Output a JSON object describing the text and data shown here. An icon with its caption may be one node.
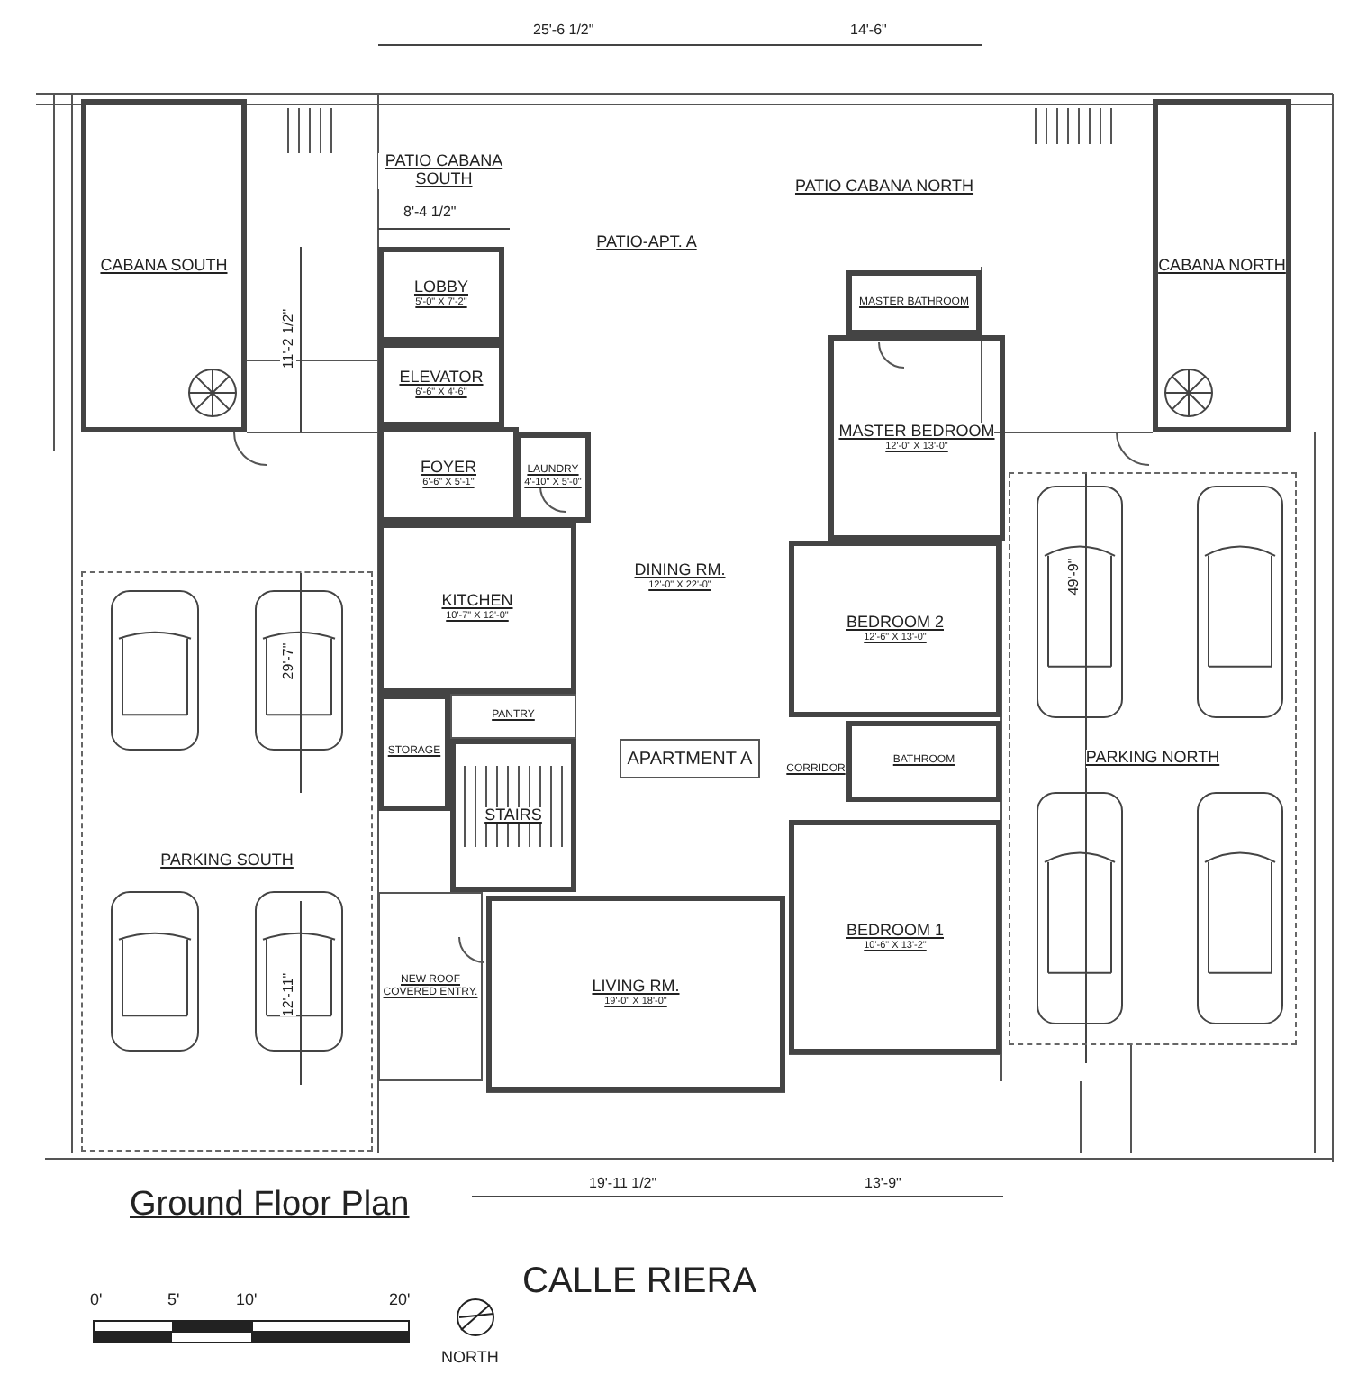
{
  "diagram": {
    "title": "Ground Floor Plan",
    "nodes": [
      {
        "text": [
          "CABANA SOUTH"
        ]
      },
      {
        "text": [
          "PATIO CABANA SOUTH"
        ]
      },
      {
        "text": [
          "PATIO-APT. A"
        ]
      },
      {
        "text": [
          "PATIO CABANA NORTH"
        ]
      },
      {
        "text": [
          "CABANA NORTH"
        ]
      },
      {
        "text": [
          "LOBBY",
          "5'-0\" X 7'-2\""
        ]
      },
      {
        "text": [
          "ELEVATOR",
          "6'-6\" X 4'-6\""
        ]
      },
      {
        "text": [
          "MASTER BATHROOM"
        ]
      },
      {
        "text": [
          "MASTER BEDROOM",
          "12'-0\" X 13'-0\""
        ]
      },
      {
        "text": [
          "FOYER",
          "6'-6\" X 5'-1\""
        ]
      },
      {
        "text": [
          "LAUNDRY",
          "4'-10\" X 5'-0\""
        ]
      },
      {
        "text": [
          "KITCHEN",
          "10'-7\" X 12'-0\""
        ]
      },
      {
        "text": [
          "DINING RM.",
          "12'-0\" X 22'-0\""
        ]
      },
      {
        "text": [
          "PARKING SOUTH"
        ]
      },
      {
        "text": [
          "BEDROOM 2",
          "12'-6\" X 13'-0\""
        ]
      },
      {
        "text": [
          "PANTRY"
        ]
      },
      {
        "text": [
          "STORAGE"
        ]
      },
      {
        "text": [
          "APARTMENT A"
        ]
      },
      {
        "text": [
          "CORRIDOR"
        ]
      },
      {
        "text": [
          "BATHROOM"
        ]
      },
      {
        "text": [
          "PARKING NORTH"
        ]
      },
      {
        "text": [
          "STAIRS"
        ]
      },
      {
        "text": [
          "NEW ROOF COVERED ENTRY."
        ]
      },
      {
        "text": [
          "LIVING RM.",
          "19'-0\" X 18'-0\""
        ]
      },
      {
        "text": [
          "BEDROOM 1",
          "10'-6\" X 13'-2\""
        ]
      }
    ],
    "labels": [
      "25'-6 1/2\"",
      "14'-6\"",
      "8'-4 1/2\"",
      "11'-2 1/2\"",
      "29'-7\"",
      "49'-9\"",
      "12'-11\"",
      "19'-11 1/2\"",
      "13'-9\"",
      "CALLE RIERA",
      "0'",
      "5'",
      "10'",
      "20'",
      "NORTH"
    ]
  }
}
